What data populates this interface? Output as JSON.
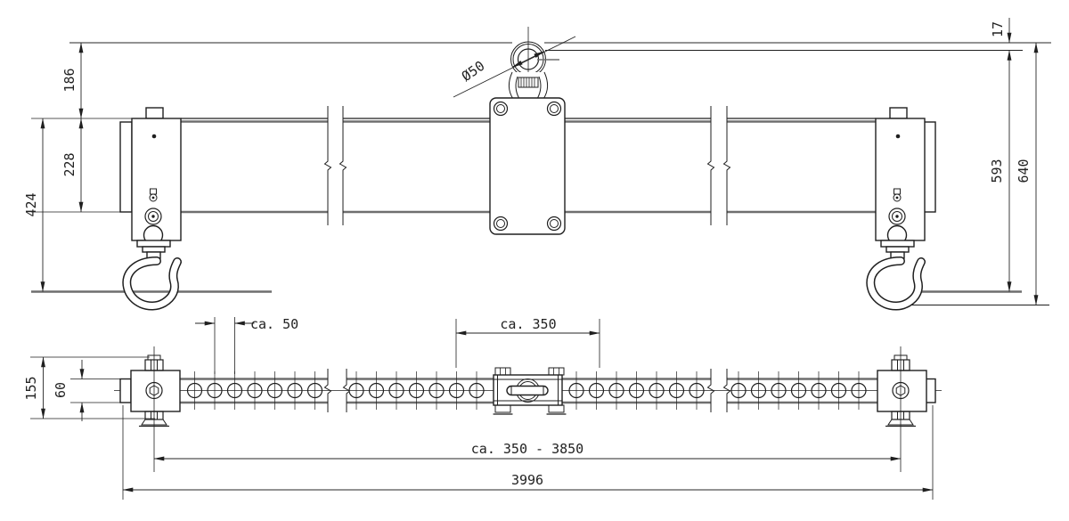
{
  "drawing": {
    "kind": "engineering dimension drawing, lifting beam with two hooks and central shackle, front view and plan view"
  },
  "colors": {
    "line": "#1f1f1f",
    "heavy_line": "#6f6f6f",
    "text": "#222222",
    "background": "#ffffff"
  },
  "dims": {
    "top": {
      "d186": "186",
      "d228": "228",
      "d424": "424",
      "d17": "17",
      "d593": "593",
      "d640": "640",
      "dia": "Ø50"
    },
    "bottom": {
      "pitch": "ca. 50",
      "center": "ca. 350",
      "range": "ca. 350 - 3850",
      "total": "3996",
      "d155": "155",
      "d60": "60"
    }
  }
}
